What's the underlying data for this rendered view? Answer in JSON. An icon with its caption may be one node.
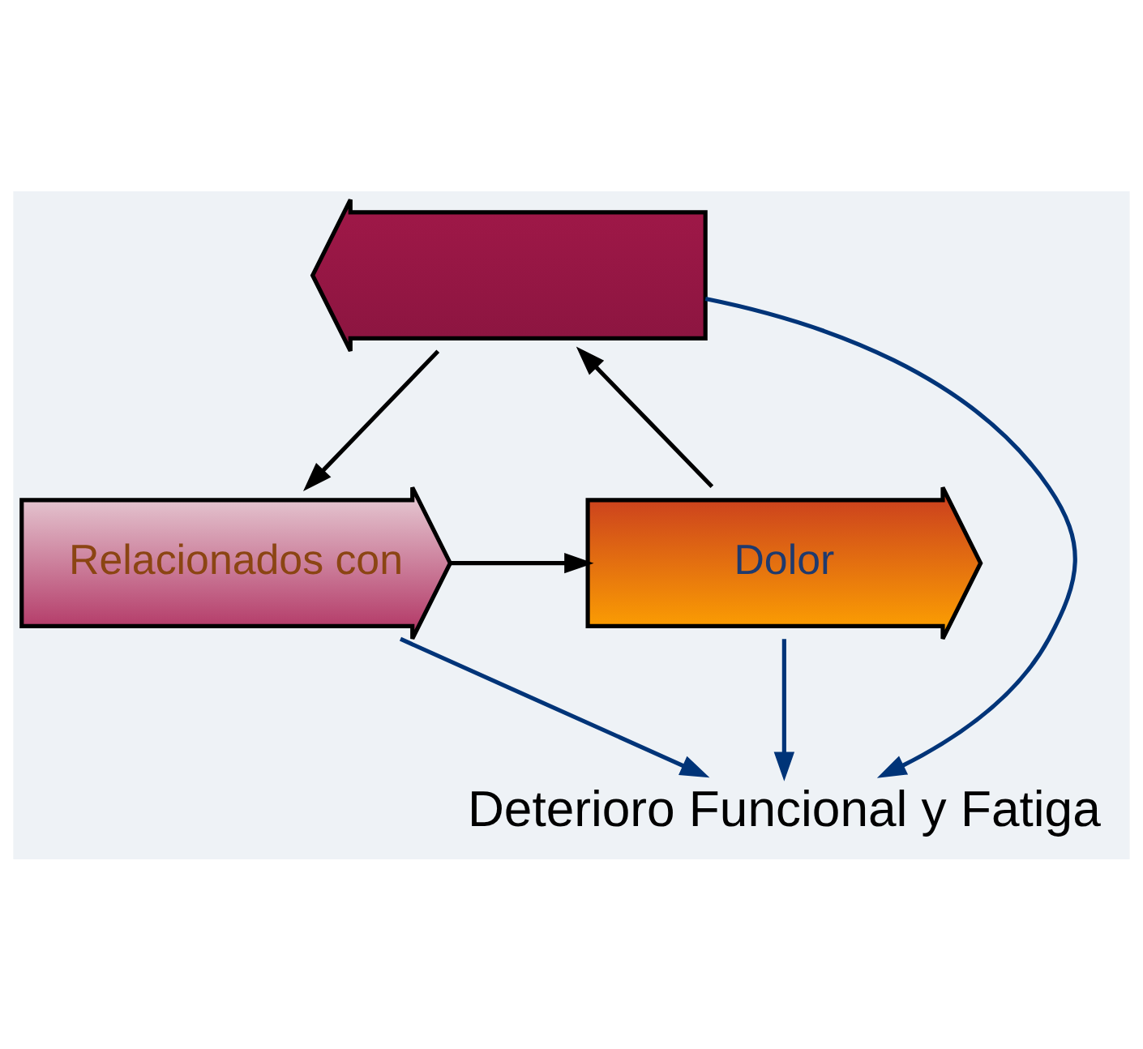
{
  "diagram": {
    "nodes": [
      {
        "text": [],
        "shape": "arrow"
      },
      {
        "text": [
          "Relacionados con"
        ]
      },
      {
        "text": [
          "Dolor"
        ]
      },
      {
        "text": [
          "Deterioro Funcional y Fatiga"
        ]
      }
    ],
    "edges": [
      {
        "from": 0,
        "to": 1,
        "arrow": "to"
      },
      {
        "from": 1,
        "to": 2,
        "arrow": "to"
      },
      {
        "from": 2,
        "to": 0,
        "arrow": "to"
      },
      {
        "from": 0,
        "to": 3,
        "arrow": "to",
        "color": "#003478"
      },
      {
        "from": 1,
        "to": 3,
        "arrow": "to",
        "color": "#003478"
      },
      {
        "from": 2,
        "to": 3,
        "arrow": "to",
        "color": "#003478"
      }
    ]
  }
}
